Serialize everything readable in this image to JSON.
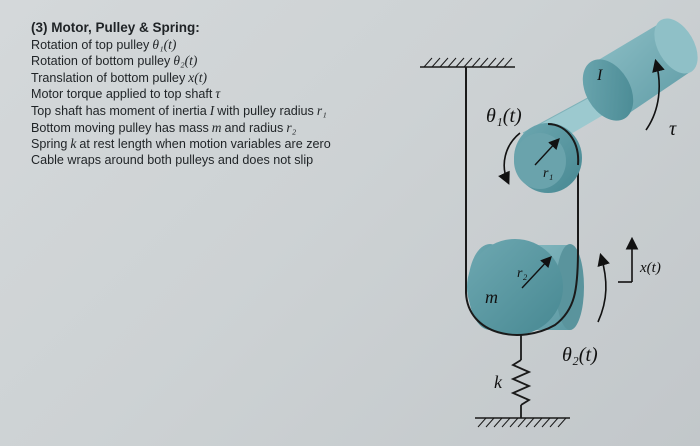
{
  "problem": {
    "title": "(3)  Motor, Pulley & Spring:",
    "lines": [
      {
        "text": "Rotation of top pulley",
        "symbol": "θ₁(t)"
      },
      {
        "text": "Rotation of bottom pulley",
        "symbol": "θ₂(t)"
      },
      {
        "text": "Translation of bottom pulley",
        "symbol": "x(t)"
      },
      {
        "text": "Motor torque applied to top shaft",
        "symbol": "τ"
      },
      {
        "text": "Top shaft has moment of inertia",
        "symbol": "I",
        "text2": "with pulley radius",
        "symbol2": "r₁"
      },
      {
        "text": "Bottom moving pulley has mass",
        "symbol": "m",
        "text2": "and radius",
        "symbol2": "r₂"
      },
      {
        "text": "Spring",
        "symbol": "k",
        "text2": "at rest length when motion variables are zero"
      },
      {
        "text": "Cable wraps around both pulleys and does not slip"
      }
    ]
  },
  "diagram_labels": {
    "theta1": "θ₁(t)",
    "r1": "r₁",
    "inertia": "I",
    "tau": "τ",
    "r2": "r₂",
    "mass": "m",
    "theta2": "θ₂(t)",
    "x": "x(t)",
    "spring": "k"
  },
  "colors": {
    "paper": "#cdd2d4",
    "pulley_body": "#6fa7b0",
    "pulley_face": "#4f8f99",
    "line": "#1a1a1a"
  }
}
